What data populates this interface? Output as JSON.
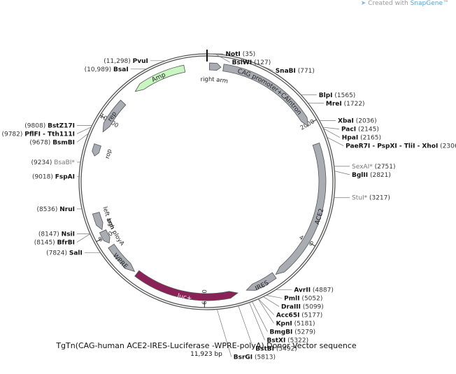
{
  "brand": {
    "prefix": "Created with ",
    "name": "SnapGene",
    "tm": "™"
  },
  "title": "TgTn(CAG-human ACE2-IRES-Luciferase -WPRE-polyA) Donor Vector sequence",
  "size_label": "11,923 bp",
  "total_bp": 11923,
  "colors": {
    "feature": "#a9adb3",
    "amp": "#c9f5c2",
    "luc": "#8b2257",
    "outline": "#555555"
  },
  "ticks": [
    "2000",
    "4000",
    "6000",
    "8000",
    "10,000"
  ],
  "sites": [
    {
      "name": "NotI",
      "pos": "(35)",
      "style": "bold"
    },
    {
      "name": "BsiWI",
      "pos": "(127)",
      "style": "bold"
    },
    {
      "name": "SnaBI",
      "pos": "(771)",
      "style": "bold"
    },
    {
      "name": "BlpI",
      "pos": "(1565)",
      "style": "bold"
    },
    {
      "name": "MreI",
      "pos": "(1722)",
      "style": "bold"
    },
    {
      "name": "XbaI",
      "pos": "(2036)",
      "style": "bold"
    },
    {
      "name": "PacI",
      "pos": "(2145)",
      "style": "bold"
    },
    {
      "name": "HpaI",
      "pos": "(2165)",
      "style": "bold"
    },
    {
      "name": "PaeR7I - PspXI - TliI - XhoI",
      "pos": "(2306)",
      "style": "bold"
    },
    {
      "name": "SexAI*",
      "pos": "(2751)",
      "style": "gray"
    },
    {
      "name": "BglII",
      "pos": "(2821)",
      "style": "bold"
    },
    {
      "name": "StuI*",
      "pos": "(3217)",
      "style": "gray"
    },
    {
      "name": "AvrII",
      "pos": "(4887)",
      "style": "bold"
    },
    {
      "name": "PmlI",
      "pos": "(5052)",
      "style": "bold"
    },
    {
      "name": "DraIII",
      "pos": "(5099)",
      "style": "bold"
    },
    {
      "name": "Acc65I",
      "pos": "(5177)",
      "style": "bold"
    },
    {
      "name": "KpnI",
      "pos": "(5181)",
      "style": "bold"
    },
    {
      "name": "BmgBI",
      "pos": "(5279)",
      "style": "bold"
    },
    {
      "name": "BstXI",
      "pos": "(5322)",
      "style": "bold"
    },
    {
      "name": "BstBI",
      "pos": "(5492)",
      "style": "bold"
    },
    {
      "name": "BsrGI",
      "pos": "(5813)",
      "style": "bold"
    },
    {
      "name": "SalI",
      "pos": "(7824)",
      "style": "bold"
    },
    {
      "name": "BfrBI",
      "pos": "(8145)",
      "style": "bold"
    },
    {
      "name": "NsiI",
      "pos": "(8147)",
      "style": "bold"
    },
    {
      "name": "NruI",
      "pos": "(8536)",
      "style": "bold"
    },
    {
      "name": "FspAI",
      "pos": "(9018)",
      "style": "bold"
    },
    {
      "name": "BsaBI*",
      "pos": "(9234)",
      "style": "gray"
    },
    {
      "name": "BsmBI",
      "pos": "(9678)",
      "style": "bold"
    },
    {
      "name": "PflFI - Tth111I",
      "pos": "(9782)",
      "style": "bold"
    },
    {
      "name": "BstZ17I",
      "pos": "(9808)",
      "style": "bold"
    },
    {
      "name": "BsaI",
      "pos": "(10,989)",
      "style": "bold"
    },
    {
      "name": "PvuI",
      "pos": "(11,298)",
      "style": "bold"
    }
  ],
  "features": [
    {
      "name": "CAG promoter+CAIntron",
      "start": 270,
      "end": 2030,
      "dir": "fwd",
      "color": "feature"
    },
    {
      "name": "ACE2",
      "start": 2350,
      "end": 4750,
      "dir": "fwd",
      "color": "feature"
    },
    {
      "name": "IRES",
      "start": 4780,
      "end": 5300,
      "dir": "fwd",
      "color": "feature"
    },
    {
      "name": "luc+",
      "start": 5450,
      "end": 7200,
      "dir": "rev",
      "color": "luc"
    },
    {
      "name": "WPRE",
      "start": 7250,
      "end": 7820,
      "dir": "rev",
      "color": "feature"
    },
    {
      "name": "bgh ployA",
      "start": 7880,
      "end": 8100,
      "dir": "rev",
      "color": "feature"
    },
    {
      "name": "left arm",
      "start": 8130,
      "end": 8420,
      "dir": "rev",
      "color": "feature"
    },
    {
      "name": "rop",
      "start": 9370,
      "end": 9560,
      "dir": "rev",
      "color": "feature"
    },
    {
      "name": "rep",
      "start": 9790,
      "end": 10380,
      "dir": "rev",
      "color": "feature"
    },
    {
      "name": "Amp",
      "start": 10650,
      "end": 11550,
      "dir": "rev",
      "color": "amp"
    },
    {
      "name": "right arm",
      "start": 40,
      "end": 230,
      "dir": "fwd",
      "color": "feature"
    }
  ]
}
